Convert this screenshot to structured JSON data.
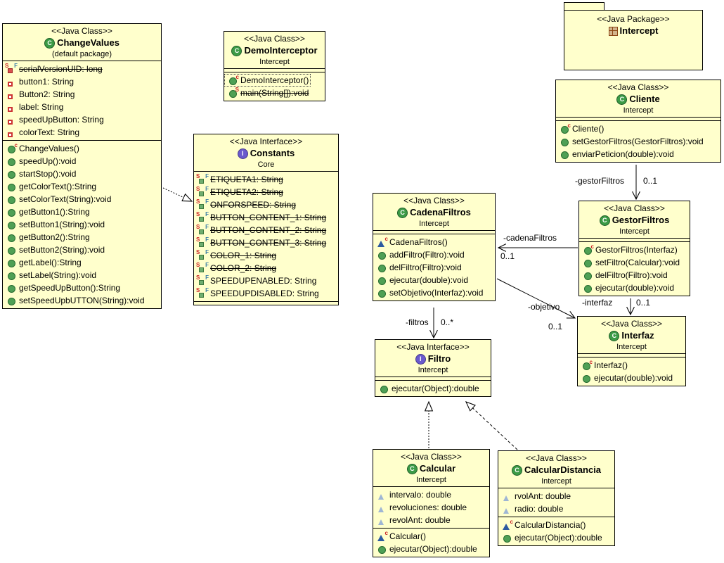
{
  "icons": {
    "class_letter": "C",
    "interface_letter": "I"
  },
  "colors": {
    "box_fill": "#FFFFCC",
    "box_border": "#000000",
    "public_method_green": "#4FA055",
    "private_field_red": "#CC3333",
    "package_member_blue": "#2C5AA0",
    "class_icon_green": "#3C9B46",
    "interface_icon_purple": "#6A5ACD",
    "package_icon_brown": "#8B4513",
    "static_sup_red": "#CC2222",
    "final_sup_blue": "#3A7CA5"
  },
  "package_box": {
    "stereotype": "<<Java Package>>",
    "name": "Intercept"
  },
  "classes": {
    "changevalues": {
      "stereotype": "<<Java Class>>",
      "name": "ChangeValues",
      "package": "(default package)",
      "fields": [
        {
          "icon": "static-final-private-field-icon",
          "supLeft": "S",
          "supRight": "F",
          "text": "serialVersionUID: long",
          "struck": true
        },
        {
          "icon": "private-field-icon",
          "text": "button1: String"
        },
        {
          "icon": "private-field-icon",
          "text": "Button2: String"
        },
        {
          "icon": "private-field-icon",
          "text": "label: String"
        },
        {
          "icon": "private-field-icon",
          "text": "speedUpButton: String"
        },
        {
          "icon": "private-field-icon",
          "text": "colorText: String"
        }
      ],
      "methods": [
        {
          "icon": "public-constructor-icon",
          "supRight": "c",
          "text": "ChangeValues()"
        },
        {
          "icon": "public-method-icon",
          "text": "speedUp():void"
        },
        {
          "icon": "public-method-icon",
          "text": "startStop():void"
        },
        {
          "icon": "public-method-icon",
          "text": "getColorText():String"
        },
        {
          "icon": "public-method-icon",
          "text": "setColorText(String):void"
        },
        {
          "icon": "public-method-icon",
          "text": "getButton1():String"
        },
        {
          "icon": "public-method-icon",
          "text": "setButton1(String):void"
        },
        {
          "icon": "public-method-icon",
          "text": "getButton2():String"
        },
        {
          "icon": "public-method-icon",
          "text": "setButton2(String):void"
        },
        {
          "icon": "public-method-icon",
          "text": "getLabel():String"
        },
        {
          "icon": "public-method-icon",
          "text": "setLabel(String):void"
        },
        {
          "icon": "public-method-icon",
          "text": "getSpeedUpButton():String"
        },
        {
          "icon": "public-method-icon",
          "text": "setSpeedUpbUTTON(String):void"
        }
      ]
    },
    "demointerceptor": {
      "stereotype": "<<Java Class>>",
      "name": "DemoInterceptor",
      "package": "Intercept",
      "fields": [],
      "methods": [
        {
          "icon": "public-constructor-icon",
          "supRight": "c",
          "text": "DemoInterceptor()",
          "boxed": true
        },
        {
          "icon": "static-public-method-icon",
          "supRight": "S",
          "text": "main(String[]):void",
          "struck": true
        }
      ]
    },
    "constants": {
      "stereotype": "<<Java Interface>>",
      "name": "Constants",
      "package": "Core",
      "fields": [
        {
          "icon": "static-final-public-field-icon",
          "supLeft": "S",
          "supRight": "F",
          "text": "ETIQUETA1: String",
          "struck": true
        },
        {
          "icon": "static-final-public-field-icon",
          "supLeft": "S",
          "supRight": "F",
          "text": "ETIQUETA2: String",
          "struck": true
        },
        {
          "icon": "static-final-public-field-icon",
          "supLeft": "S",
          "supRight": "F",
          "text": "ONFORSPEED: String",
          "struck": true
        },
        {
          "icon": "static-final-public-field-icon",
          "supLeft": "S",
          "supRight": "F",
          "text": "BUTTON_CONTENT_1: String",
          "struck": true
        },
        {
          "icon": "static-final-public-field-icon",
          "supLeft": "S",
          "supRight": "F",
          "text": "BUTTON_CONTENT_2: String",
          "struck": true
        },
        {
          "icon": "static-final-public-field-icon",
          "supLeft": "S",
          "supRight": "F",
          "text": "BUTTON_CONTENT_3: String",
          "struck": true
        },
        {
          "icon": "static-final-public-field-icon",
          "supLeft": "S",
          "supRight": "F",
          "text": "COLOR_1: String",
          "struck": true
        },
        {
          "icon": "static-final-public-field-icon",
          "supLeft": "S",
          "supRight": "F",
          "text": "COLOR_2: String",
          "struck": true
        },
        {
          "icon": "static-final-public-field-icon",
          "supLeft": "S",
          "supRight": "F",
          "text": "SPEEDUPENABLED: String"
        },
        {
          "icon": "static-final-public-field-icon",
          "supLeft": "S",
          "supRight": "F",
          "text": "SPEEDUPDISABLED: String"
        }
      ],
      "methods": []
    },
    "cliente": {
      "stereotype": "<<Java Class>>",
      "name": "Cliente",
      "package": "Intercept",
      "fields": [],
      "methods": [
        {
          "icon": "public-constructor-icon",
          "supRight": "c",
          "text": "Cliente()"
        },
        {
          "icon": "public-method-icon",
          "text": "setGestorFiltros(GestorFiltros):void"
        },
        {
          "icon": "public-method-icon",
          "text": "enviarPeticion(double):void"
        }
      ]
    },
    "cadenafiltros": {
      "stereotype": "<<Java Class>>",
      "name": "CadenaFiltros",
      "package": "Intercept",
      "fields": [],
      "methods": [
        {
          "icon": "package-constructor-icon",
          "supRight": "c",
          "text": "CadenaFiltros()"
        },
        {
          "icon": "public-method-icon",
          "text": "addFiltro(Filtro):void"
        },
        {
          "icon": "public-method-icon",
          "text": "delFiltro(Filtro):void"
        },
        {
          "icon": "public-method-icon",
          "text": "ejecutar(double):void"
        },
        {
          "icon": "public-method-icon",
          "text": "setObjetivo(Interfaz):void"
        }
      ]
    },
    "gestorfiltros": {
      "stereotype": "<<Java Class>>",
      "name": "GestorFiltros",
      "package": "Intercept",
      "fields": [],
      "methods": [
        {
          "icon": "public-constructor-icon",
          "supRight": "c",
          "text": "GestorFiltros(Interfaz)"
        },
        {
          "icon": "public-method-icon",
          "text": "setFiltro(Calcular):void"
        },
        {
          "icon": "public-method-icon",
          "text": "delFiltro(Filtro):void"
        },
        {
          "icon": "public-method-icon",
          "text": "ejecutar(double):void"
        }
      ]
    },
    "interfaz": {
      "stereotype": "<<Java Class>>",
      "name": "Interfaz",
      "package": "Intercept",
      "fields": [],
      "methods": [
        {
          "icon": "public-constructor-icon",
          "supRight": "c",
          "text": "Interfaz()"
        },
        {
          "icon": "public-method-icon",
          "text": "ejecutar(double):void"
        }
      ]
    },
    "filtro": {
      "stereotype": "<<Java Interface>>",
      "name": "Filtro",
      "package": "Intercept",
      "fields": [],
      "methods": [
        {
          "icon": "public-method-icon",
          "text": "ejecutar(Object):double"
        }
      ]
    },
    "calcular": {
      "stereotype": "<<Java Class>>",
      "name": "Calcular",
      "package": "Intercept",
      "fields": [
        {
          "icon": "package-field-icon",
          "text": "intervalo: double"
        },
        {
          "icon": "package-field-icon",
          "text": "revoluciones: double"
        },
        {
          "icon": "package-field-icon",
          "text": "revolAnt: double"
        }
      ],
      "methods": [
        {
          "icon": "package-constructor-icon",
          "supRight": "c",
          "text": "Calcular()"
        },
        {
          "icon": "public-method-icon",
          "text": "ejecutar(Object):double"
        }
      ]
    },
    "calculardistancia": {
      "stereotype": "<<Java Class>>",
      "name": "CalcularDistancia",
      "package": "Intercept",
      "fields": [
        {
          "icon": "package-field-icon",
          "text": "rvolAnt: double"
        },
        {
          "icon": "package-field-icon",
          "text": "radio: double"
        }
      ],
      "methods": [
        {
          "icon": "package-constructor-icon",
          "supRight": "c",
          "text": "CalcularDistancia()"
        },
        {
          "icon": "public-method-icon",
          "text": "ejecutar(Object):double"
        }
      ]
    }
  },
  "associations": {
    "gestorFiltros": {
      "role": "-gestorFiltros",
      "mult": "0..1"
    },
    "cadenaFiltros": {
      "role": "-cadenaFiltros",
      "mult": "0..1"
    },
    "objetivo": {
      "role": "-objetivo",
      "mult": "0..1"
    },
    "interfaz": {
      "role": "-interfaz",
      "mult": "0..1"
    },
    "filtros": {
      "role": "-filtros",
      "mult": "0..*"
    }
  }
}
